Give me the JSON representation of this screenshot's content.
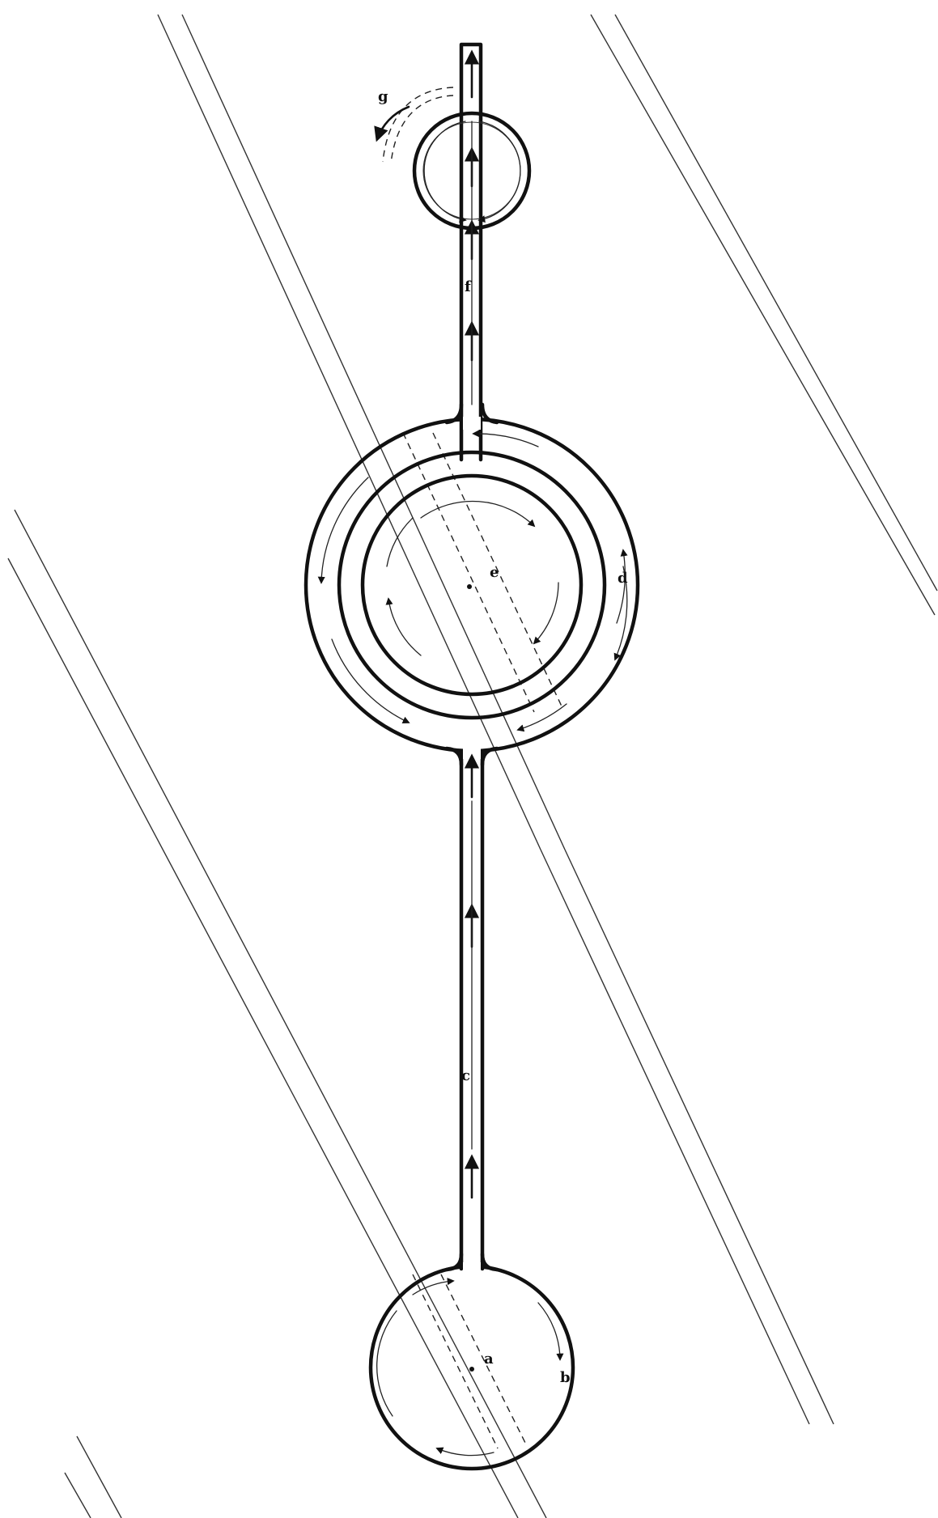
{
  "labels": {
    "a": "a",
    "b": "b",
    "c": "c",
    "d": "d",
    "e": "e",
    "f": "f",
    "g": "g"
  },
  "colors": {
    "ink": "#111111",
    "background": "#ffffff"
  }
}
